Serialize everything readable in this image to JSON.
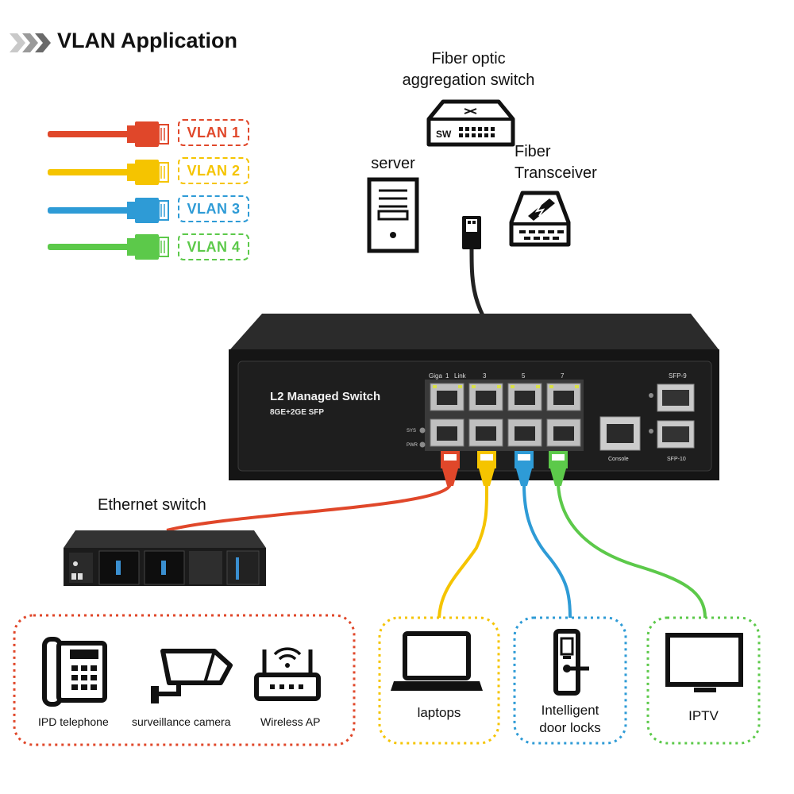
{
  "title": "VLAN Application",
  "colors": {
    "vlan1": "#e0472a",
    "vlan2": "#f5c400",
    "vlan3": "#2e9bd6",
    "vlan4": "#5cc94a"
  },
  "legend": [
    {
      "label": "VLAN 1",
      "color": "#e0472a"
    },
    {
      "label": "VLAN 2",
      "color": "#f5c400"
    },
    {
      "label": "VLAN 3",
      "color": "#2e9bd6"
    },
    {
      "label": "VLAN 4",
      "color": "#5cc94a"
    }
  ],
  "labels": {
    "fiber_switch_line1": "Fiber optic",
    "fiber_switch_line2": "aggregation switch",
    "server": "server",
    "transceiver_line1": "Fiber",
    "transceiver_line2": "Transceiver",
    "ethernet_switch": "Ethernet switch"
  },
  "fiber_switch_badge": "SW",
  "main_switch": {
    "title": "L2 Managed Switch",
    "subtitle": "8GE+2GE SFP",
    "port_header": {
      "giga": "Giga",
      "p1": "1",
      "link": "Link",
      "p3": "3",
      "p5": "5",
      "p7": "7"
    },
    "sys": "SYS",
    "pwr": "PWR",
    "console": "Console",
    "sfp9": "SFP-9",
    "sfp10": "SFP-10"
  },
  "groups": {
    "vlan1": [
      "IPD telephone",
      "surveillance camera",
      "Wireless AP"
    ],
    "vlan2": "laptops",
    "vlan3_line1": "Intelligent",
    "vlan3_line2": "door locks",
    "vlan4": "IPTV"
  }
}
